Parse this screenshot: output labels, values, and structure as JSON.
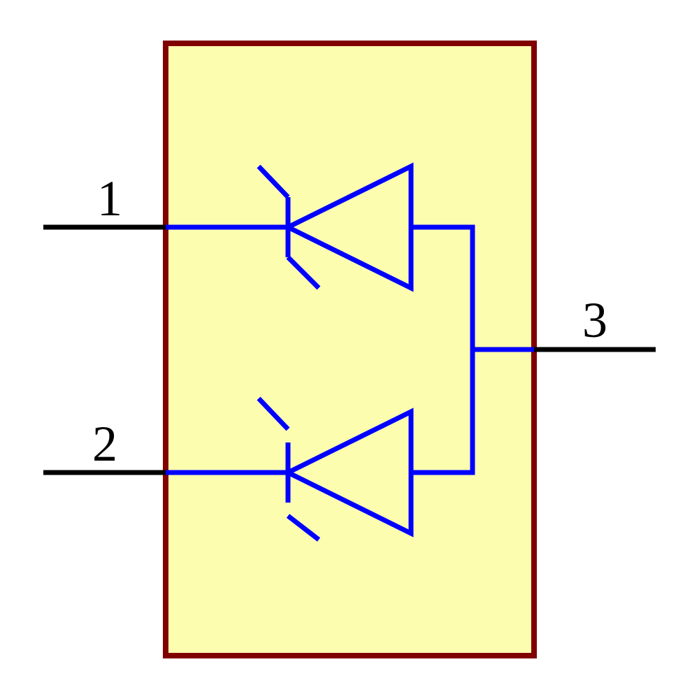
{
  "symbol": {
    "body_fill": "#FDFDB0",
    "body_stroke": "#800000",
    "wire_color": "#0000FF",
    "pin_color": "#000000",
    "pins": [
      {
        "number": "1"
      },
      {
        "number": "2"
      },
      {
        "number": "3"
      }
    ],
    "components": [
      "zener-diode",
      "zener-diode"
    ]
  }
}
